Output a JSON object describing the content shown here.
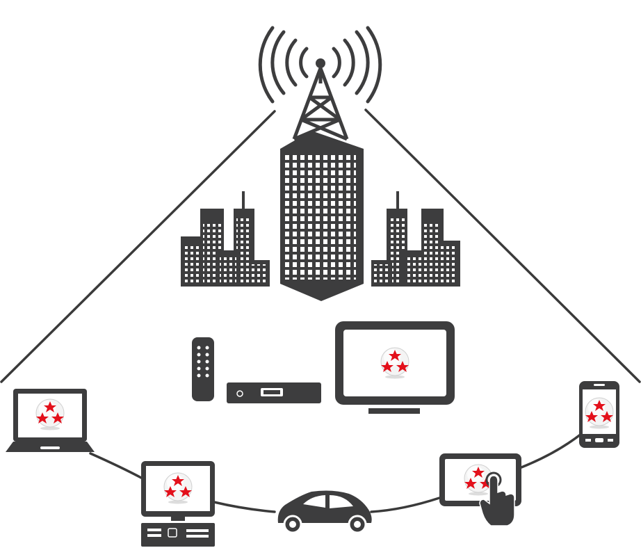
{
  "diagram": {
    "colors": {
      "ink": "#3d3d3e",
      "line": "#3a3a3a",
      "screen": "#ffffff",
      "accent_red": "#e3101b"
    },
    "nodes": [
      {
        "id": "broadcast-tower",
        "icon": "transmission-tower-icon"
      },
      {
        "id": "city-skyline",
        "icon": "city-buildings-icon"
      },
      {
        "id": "remote-control",
        "icon": "remote-control-icon"
      },
      {
        "id": "set-top-box",
        "icon": "set-top-box-icon"
      },
      {
        "id": "television",
        "icon": "tv-icon"
      },
      {
        "id": "laptop",
        "icon": "laptop-icon"
      },
      {
        "id": "desktop-computer",
        "icon": "desktop-computer-icon"
      },
      {
        "id": "car",
        "icon": "car-icon"
      },
      {
        "id": "tablet",
        "icon": "tablet-touch-icon"
      },
      {
        "id": "smartphone",
        "icon": "smartphone-icon"
      }
    ],
    "screen_logo": "soccer-ball-logo-icon"
  }
}
